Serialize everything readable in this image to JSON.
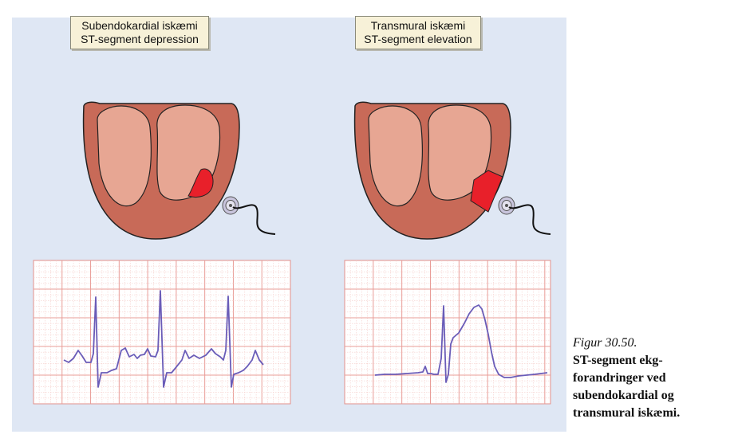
{
  "panels": {
    "left": {
      "title_line1": "Subendokardial iskæmi",
      "title_line2": "ST-segment depression"
    },
    "right": {
      "title_line1": "Transmural iskæmi",
      "title_line2": "ST-segment elevation"
    }
  },
  "caption": {
    "figure_number": "Figur 30.50.",
    "lines": [
      "ST-segment ekg-",
      "forandringer ved",
      "subendokardial og",
      "transmural iskæmi."
    ]
  },
  "colors": {
    "panel_background": "#dfe7f4",
    "heart_wall": "#c86a58",
    "heart_chamber": "#e7a693",
    "ischemia": "#e8202a",
    "ecg_trace": "#6a5cb8",
    "ecg_grid": "#f0b4b0",
    "electrode": "#c8c4dc"
  }
}
